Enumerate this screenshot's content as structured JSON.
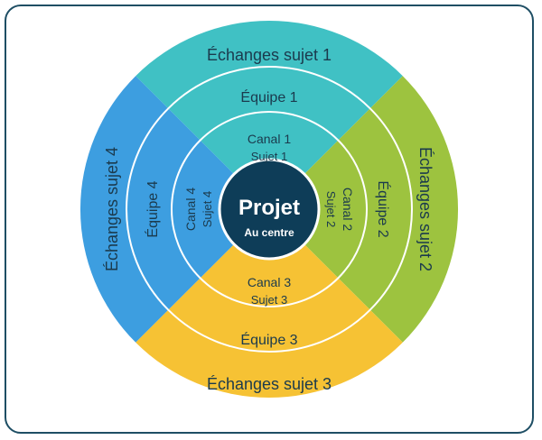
{
  "center": {
    "title": "Projet",
    "subtitle": "Au centre"
  },
  "colors": {
    "top": "#40c1c4",
    "right": "#9dc33f",
    "bottom": "#f6c234",
    "left": "#3d9ee0",
    "center": "#0e3d58",
    "text": "#1b3a4d"
  },
  "sectors": {
    "top": {
      "outer": "Échanges sujet 1",
      "middle": "Équipe 1",
      "inner": "Canal 1",
      "inner_sub": "Sujet 1"
    },
    "right": {
      "outer": "Échanges sujet 2",
      "middle": "Équipe 2",
      "inner": "Canal 2",
      "inner_sub": "Sujet 2"
    },
    "bottom": {
      "outer": "Échanges sujet 3",
      "middle": "Équipe 3",
      "inner": "Canal 3",
      "inner_sub": "Sujet 3"
    },
    "left": {
      "outer": "Échanges sujet 4",
      "middle": "Équipe 4",
      "inner": "Canal 4",
      "inner_sub": "Sujet 4"
    }
  }
}
